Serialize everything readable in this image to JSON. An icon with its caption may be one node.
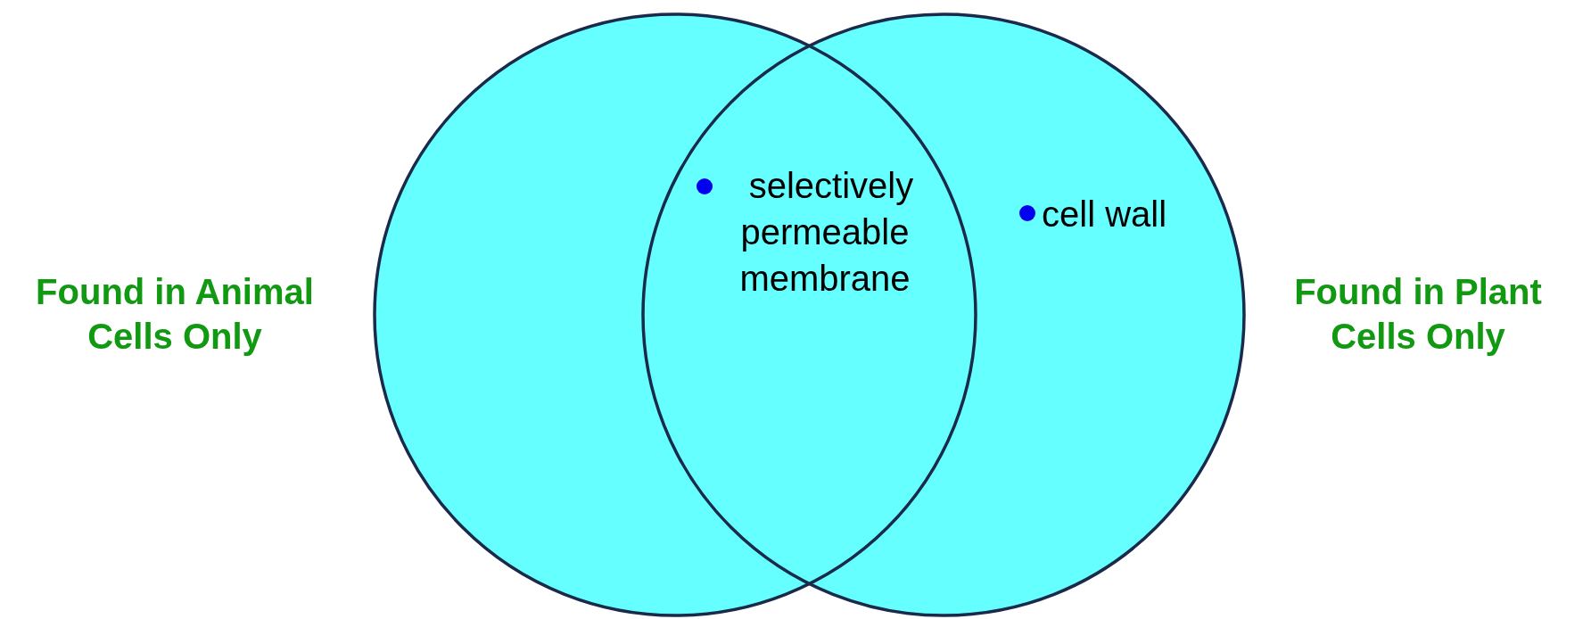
{
  "diagram": {
    "nodes": [
      {
        "text": [],
        "shape": "circle"
      },
      {
        "text": [],
        "shape": "circle"
      }
    ],
    "edges": [],
    "labels": [
      "Found in Animal Cells Only",
      "selectively permeable membrane",
      "cell wall",
      "Found in Plant Cells Only"
    ]
  }
}
